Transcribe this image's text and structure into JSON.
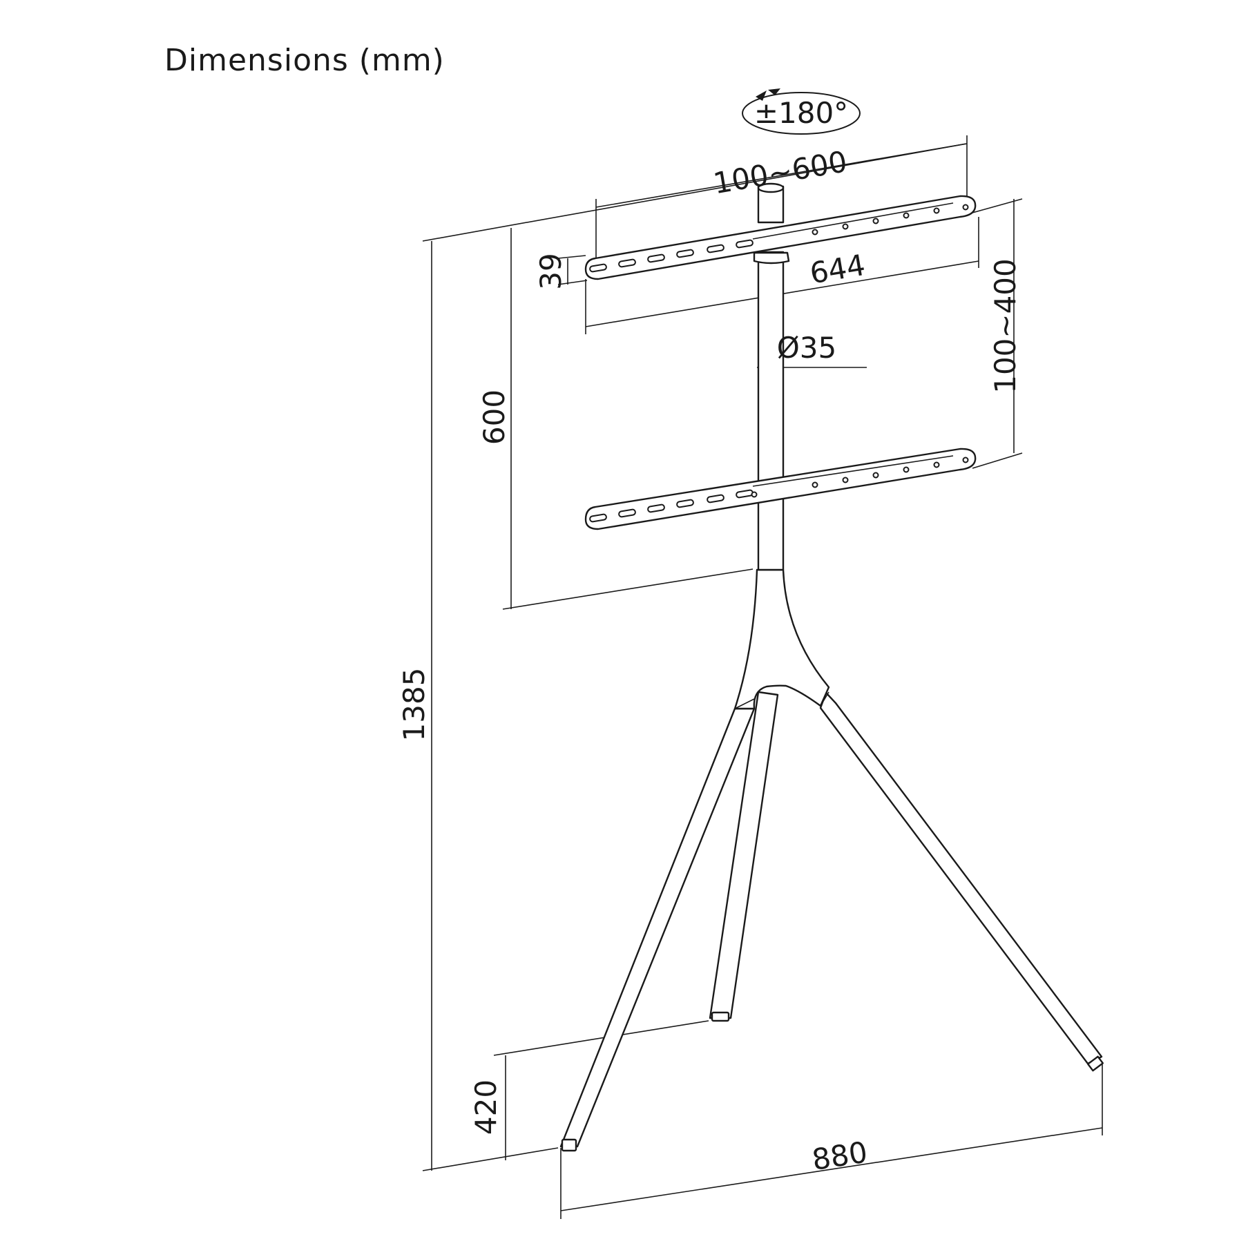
{
  "title": "Dimensions (mm)",
  "dimensions": {
    "rotation": "±180°",
    "vesa_width": "100~600",
    "bracket_height": "39",
    "bracket_length": "644",
    "pole_diameter": "Ø35",
    "vesa_height": "100~400",
    "bracket_clearance": "600",
    "total_height": "1385",
    "rear_leg_offset": "420",
    "base_width": "880"
  },
  "colors": {
    "line": "#1a1a1a",
    "background": "#ffffff"
  },
  "icons": {
    "rotation": "rotation-arrow-icon"
  }
}
